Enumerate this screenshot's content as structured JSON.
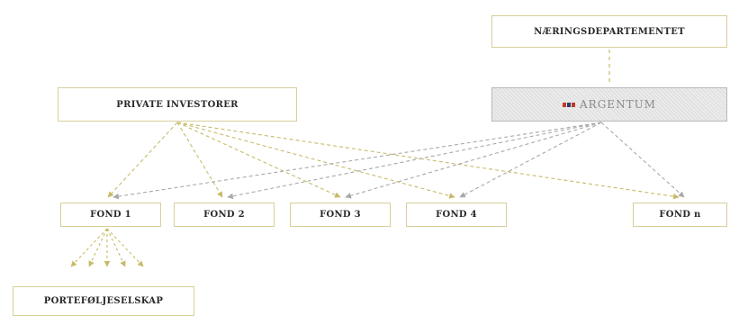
{
  "nodes": {
    "naeringsdepartementet": "NÆRINGSDEPARTEMENTET",
    "argentum": "ARGENTUM",
    "private_investorer": "PRIVATE INVESTORER",
    "fond_1": "FOND 1",
    "fond_2": "FOND 2",
    "fond_3": "FOND 3",
    "fond_4": "FOND 4",
    "fond_n": "FOND n",
    "portefoljeselskap": "PORTEFØLJESELSKAP"
  },
  "colors": {
    "gold_line": "#c8bb6a",
    "gray_line": "#a9a9a9",
    "gold_border": "#d8cf9a",
    "logo_red": "#c0392b",
    "logo_navy": "#2c3e6b"
  },
  "icons": {
    "argentum_logo": "argentum-logo-icon"
  }
}
